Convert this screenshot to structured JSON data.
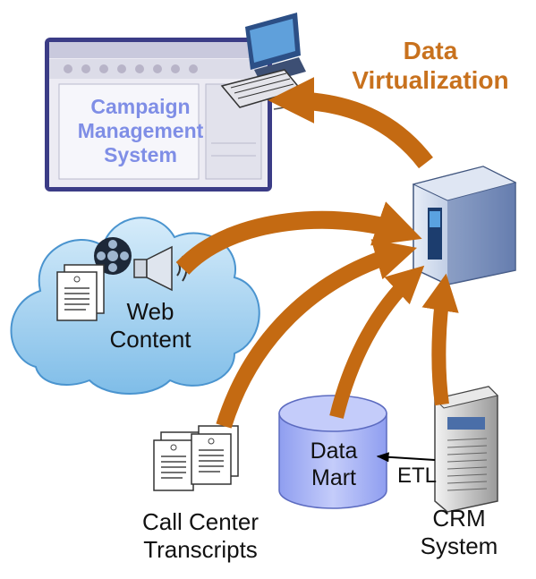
{
  "title": {
    "line1": "Data",
    "line2": "Virtualization"
  },
  "nodes": {
    "campaign": {
      "line1": "Campaign",
      "line2": "Management",
      "line3": "System"
    },
    "web": {
      "line1": "Web",
      "line2": "Content"
    },
    "data_mart": {
      "line1": "Data",
      "line2": "Mart"
    },
    "etl": "ETL",
    "crm": {
      "line1": "CRM",
      "line2": "System"
    },
    "call_center": {
      "line1": "Call Center",
      "line2": "Transcripts"
    }
  },
  "colors": {
    "accent_orange": "#c8711d",
    "arrow_orange": "#c46a12",
    "cms_text": "#7f8ee6",
    "cloud": "#a9d3ef",
    "data_mart": "#a8b4f4",
    "window_frame": "#3b3c86"
  },
  "icons": [
    "computer-icon",
    "server-icon",
    "cloud-icon",
    "film-reel-icon",
    "speaker-icon",
    "document-icon",
    "database-icon"
  ]
}
